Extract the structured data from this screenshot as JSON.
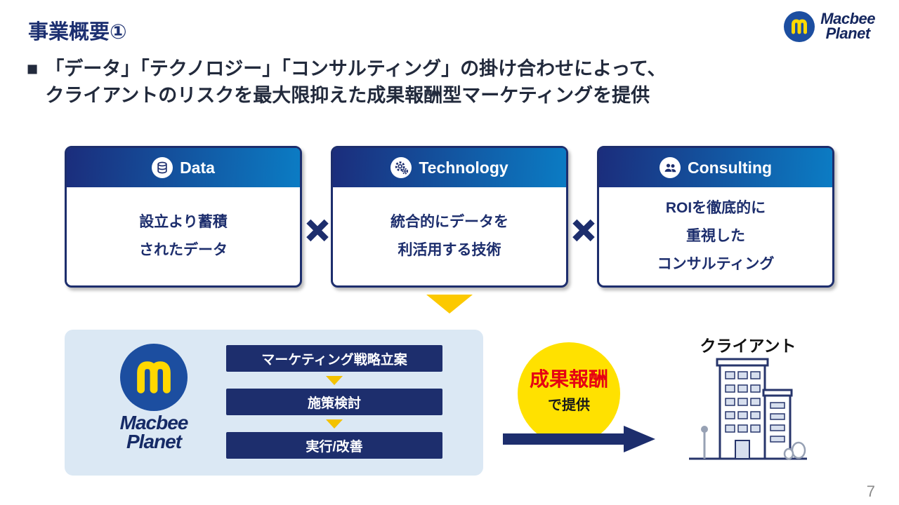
{
  "slide": {
    "title": "事業概要①",
    "page_number": "7"
  },
  "headline": {
    "marker": "■",
    "line1": "「データ」「テクノロジー」「コンサルティング」の掛け合わせによって、",
    "line2": "クライアントのリスクを最大限抑えた成果報酬型マーケティングを提供"
  },
  "logo": {
    "name1": "Macbee",
    "name2": "Planet"
  },
  "pillars": [
    {
      "label": "Data",
      "icon": "database-icon",
      "body": "設立より蓄積\nされたデータ"
    },
    {
      "label": "Technology",
      "icon": "gear-icon",
      "body": "統合的にデータを\n利活用する技術"
    },
    {
      "label": "Consulting",
      "icon": "people-icon",
      "body": "ROIを徹底的に\n重視した\nコンサルティング"
    }
  ],
  "operators": {
    "multiply": "×"
  },
  "process": {
    "steps": [
      {
        "label": "マーケティング戦略立案"
      },
      {
        "label": "施策検討"
      },
      {
        "label": "実行/改善"
      }
    ]
  },
  "offer": {
    "main": "成果報酬",
    "sub": "で提供"
  },
  "client": {
    "label": "クライアント"
  },
  "colors": {
    "navy": "#1d2e6d",
    "header_gradient_start": "#1b2d7c",
    "header_gradient_end": "#0b7cc4",
    "process_arrow_yellow": "#f3c200",
    "badge_yellow": "#ffe100",
    "badge_red": "#e60012",
    "panel_blue": "#dbe8f4",
    "logo_blue": "#1c4ea0",
    "logo_yellow": "#ffd800"
  }
}
